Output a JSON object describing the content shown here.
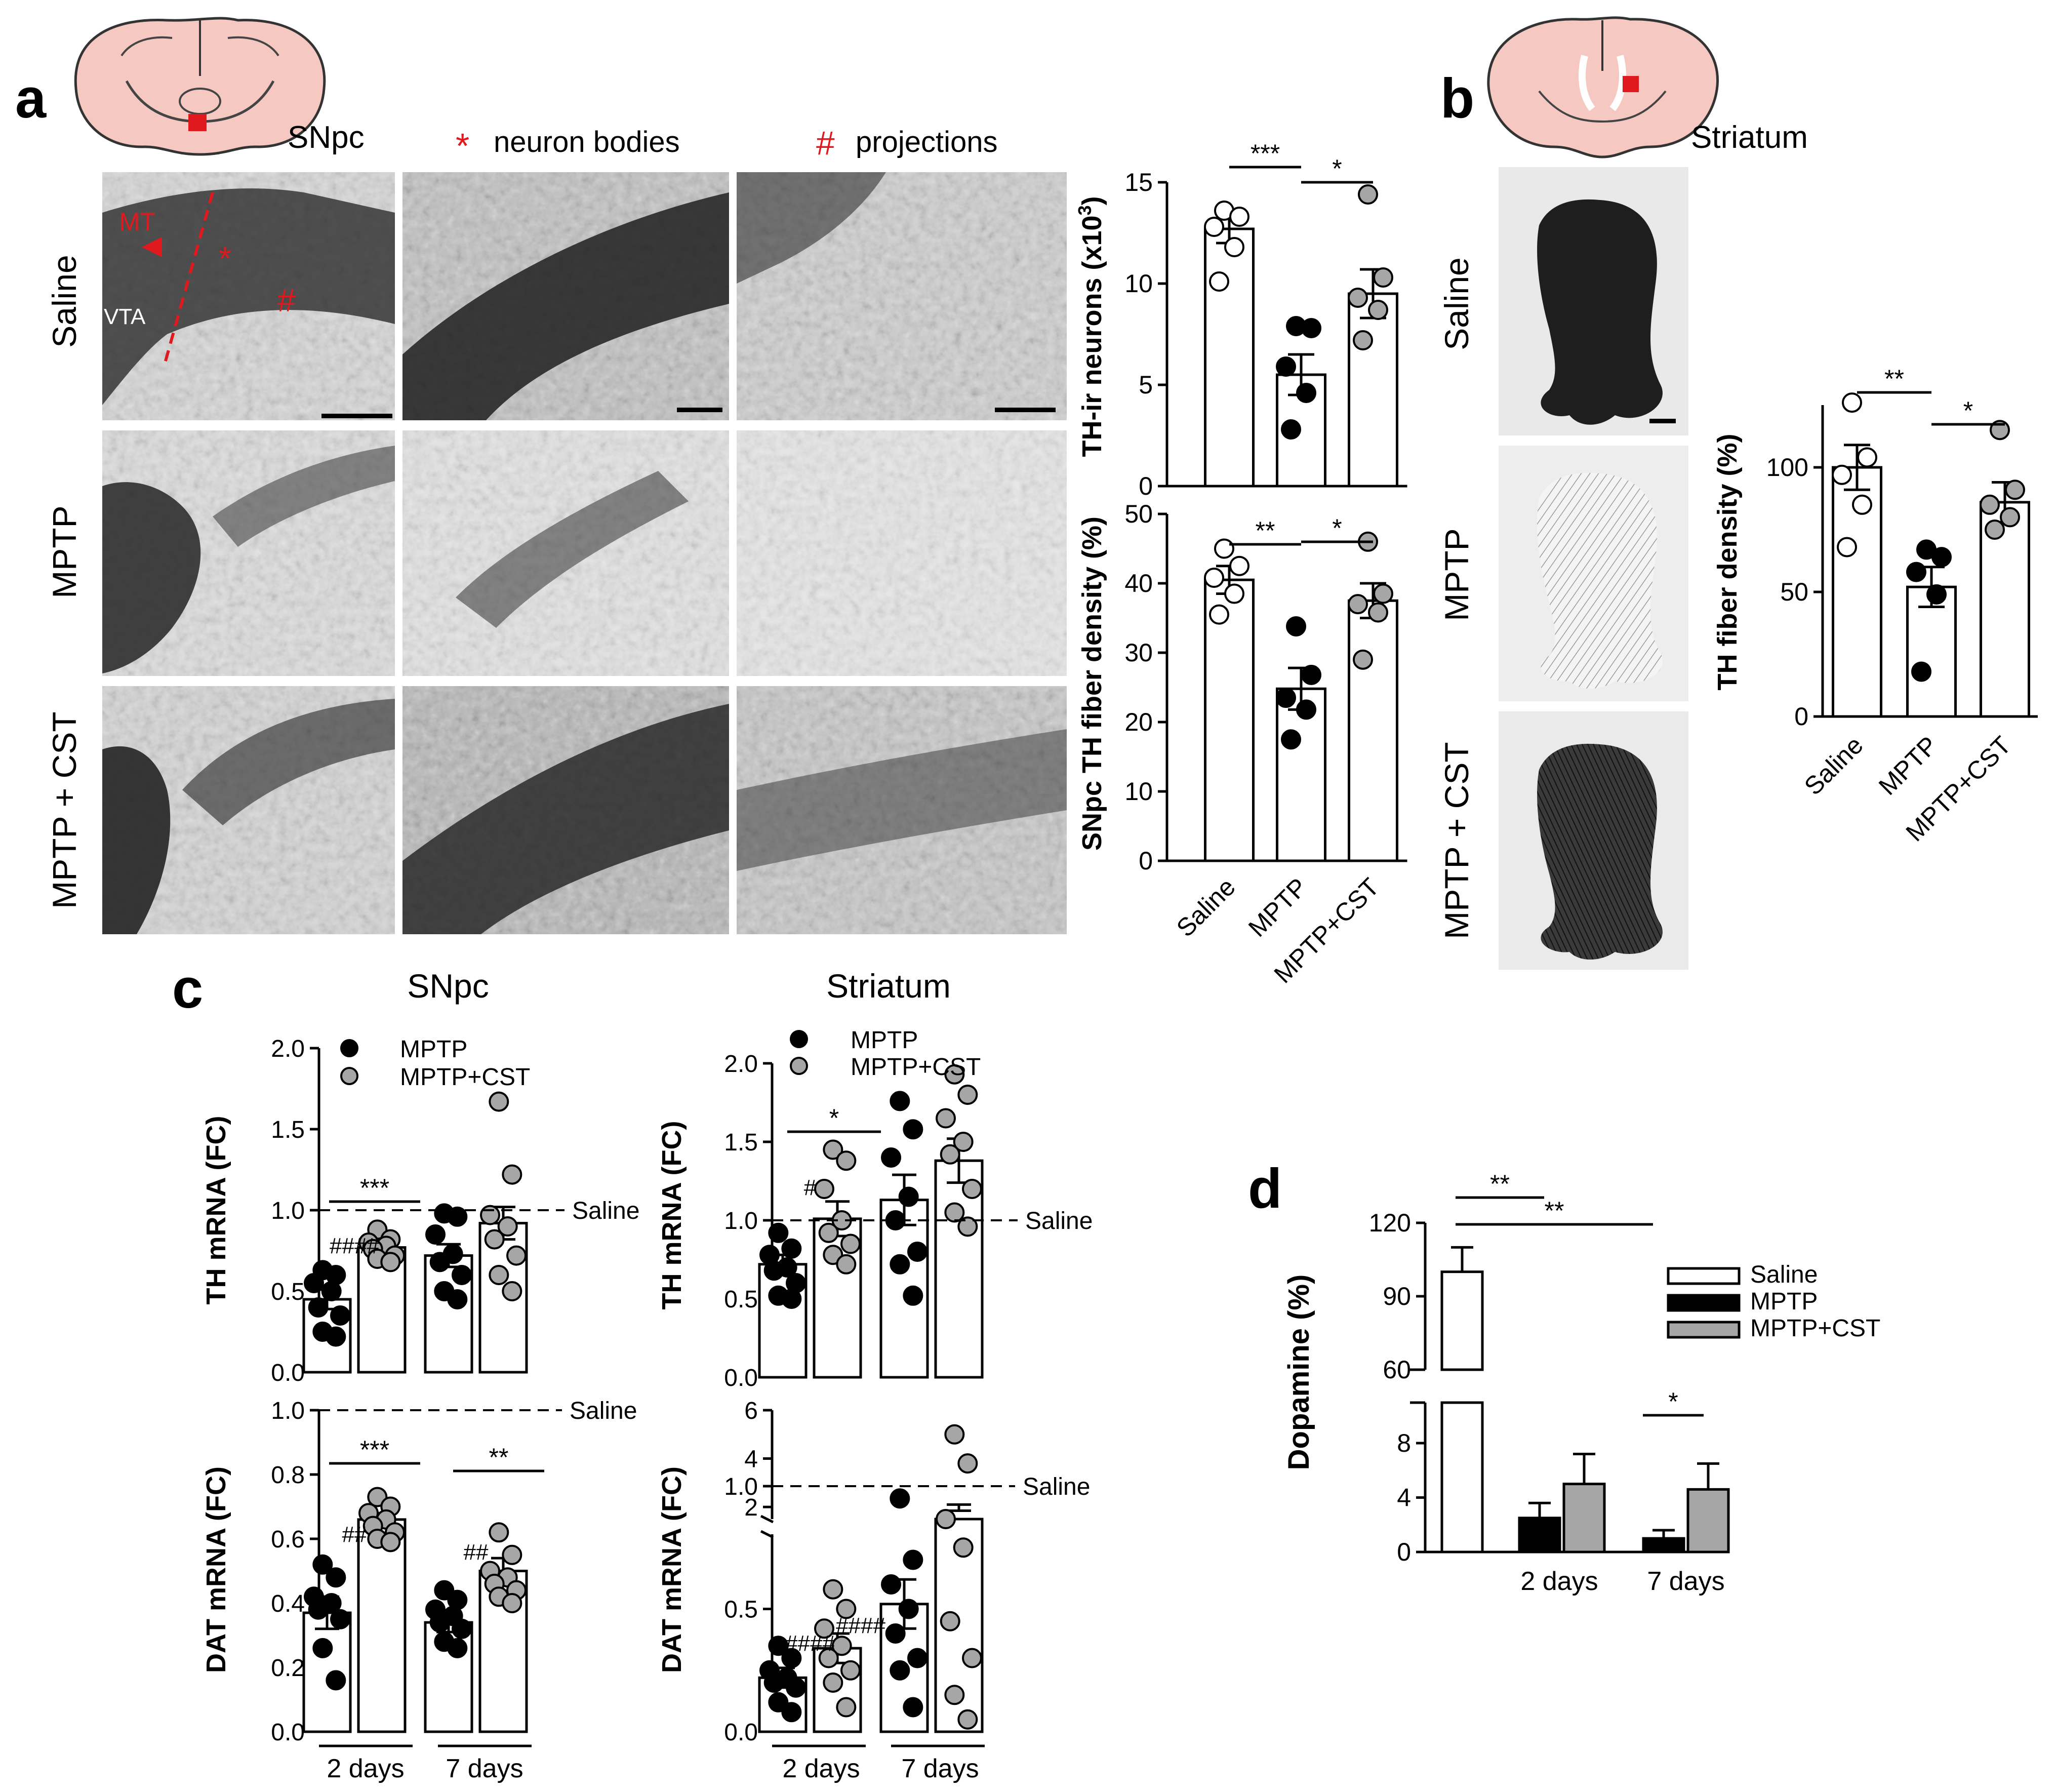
{
  "panel_letters": {
    "a": "a",
    "b": "b",
    "c": "c",
    "d": "d"
  },
  "colors": {
    "accent_red": "#e0191e",
    "brain_fill": "#f5c9c2",
    "open": "#ffffff",
    "filled": "#000000",
    "gray": "#a6a6a6",
    "micrograph_dark": "#303030"
  },
  "panel_a": {
    "region_title": "SNpc",
    "column_headers": [
      {
        "symbol": "*",
        "label": "neuron bodies"
      },
      {
        "symbol": "#",
        "label": "projections"
      }
    ],
    "row_labels": [
      "Saline",
      "MPTP",
      "MPTP + CST"
    ],
    "overlay": {
      "mt": "MT",
      "vta": "VTA",
      "star": "*",
      "hash": "#"
    }
  },
  "panel_b": {
    "region_title": "Striatum",
    "row_labels": [
      "Saline",
      "MPTP",
      "MPTP + CST"
    ]
  },
  "panel_c": {
    "titles": [
      "SNpc",
      "Striatum"
    ],
    "legend": [
      "MPTP",
      "MPTP+CST"
    ],
    "x_groups": [
      "2 days",
      "7 days"
    ],
    "saline_label": "Saline"
  },
  "chart_data": [
    {
      "id": "a-top",
      "type": "bar",
      "categories": [
        "Saline",
        "MPTP",
        "MPTP+CST"
      ],
      "values": [
        12.7,
        5.5,
        9.5
      ],
      "sem": [
        0.7,
        1.0,
        1.2
      ],
      "points": [
        [
          13.6,
          13.3,
          12.8,
          11.8,
          10.1
        ],
        [
          7.9,
          7.8,
          5.9,
          4.6,
          2.8
        ],
        [
          14.4,
          10.3,
          9.3,
          8.7,
          7.2
        ]
      ],
      "ylabel": "TH-ir neurons (x10",
      "ylabel_sup": "3",
      "ylabel_end": ")",
      "ylim": [
        0,
        15
      ],
      "yticks": [
        0,
        5,
        10,
        15
      ],
      "sig": [
        {
          "label": "***"
        },
        {
          "label": "*"
        }
      ]
    },
    {
      "id": "a-bottom",
      "type": "bar",
      "categories": [
        "Saline",
        "MPTP",
        "MPTP+CST"
      ],
      "values": [
        40.5,
        24.8,
        37.5
      ],
      "sem": [
        2.0,
        3.0,
        2.5
      ],
      "points": [
        [
          45.0,
          42.5,
          40.8,
          38.5,
          35.5
        ],
        [
          33.8,
          26.8,
          23.5,
          21.8,
          17.5
        ],
        [
          46.0,
          38.5,
          37.0,
          35.8,
          29.0
        ]
      ],
      "ylabel": "SNpc TH fiber density (%)",
      "ylim": [
        0,
        50
      ],
      "yticks": [
        0,
        10,
        20,
        30,
        40,
        50
      ],
      "sig": [
        {
          "label": "**"
        },
        {
          "label": "*"
        }
      ]
    },
    {
      "id": "b",
      "type": "bar",
      "categories": [
        "Saline",
        "MPTP",
        "MPTP+CST"
      ],
      "values": [
        100,
        52,
        86
      ],
      "sem": [
        9,
        8,
        8
      ],
      "points": [
        [
          126,
          104,
          97,
          85,
          68
        ],
        [
          67,
          64,
          58,
          49,
          18
        ],
        [
          115,
          91,
          85,
          80,
          75
        ]
      ],
      "ylabel": "TH fiber density (%)",
      "ylim": [
        0,
        125
      ],
      "yticks": [
        0,
        50,
        100
      ],
      "sig": [
        {
          "label": "**"
        },
        {
          "label": "*"
        }
      ]
    },
    {
      "id": "c-snpc-th",
      "type": "bar",
      "x": [
        "2 days",
        "7 days"
      ],
      "series": [
        {
          "name": "MPTP",
          "values": [
            0.45,
            0.72
          ],
          "sem": [
            0.06,
            0.07
          ],
          "points": [
            [
              0.63,
              0.6,
              0.55,
              0.5,
              0.4,
              0.35,
              0.25,
              0.22
            ],
            [
              0.98,
              0.96,
              0.85,
              0.73,
              0.68,
              0.6,
              0.5,
              0.45
            ]
          ]
        },
        {
          "name": "MPTP+CST",
          "values": [
            0.77,
            0.92
          ],
          "sem": [
            0.04,
            0.1
          ],
          "points": [
            [
              0.88,
              0.82,
              0.8,
              0.78,
              0.76,
              0.72,
              0.7,
              0.68
            ],
            [
              1.67,
              1.22,
              0.97,
              0.9,
              0.82,
              0.72,
              0.6,
              0.5
            ]
          ]
        }
      ],
      "ylabel": "TH mRNA (FC)",
      "ylim": [
        0,
        2.0
      ],
      "yticks": [
        0.0,
        0.5,
        1.0,
        1.5,
        2.0
      ],
      "saline_line": 1.0,
      "sig": [
        {
          "label": "***"
        }
      ],
      "annotations": [
        "####"
      ]
    },
    {
      "id": "c-snpc-dat",
      "type": "bar",
      "x": [
        "2 days",
        "7 days"
      ],
      "series": [
        {
          "name": "MPTP",
          "values": [
            0.37,
            0.34
          ],
          "sem": [
            0.05,
            0.03
          ],
          "points": [
            [
              0.52,
              0.48,
              0.42,
              0.4,
              0.38,
              0.35,
              0.26,
              0.16
            ],
            [
              0.44,
              0.41,
              0.38,
              0.36,
              0.34,
              0.32,
              0.28,
              0.26
            ]
          ]
        },
        {
          "name": "MPTP+CST",
          "values": [
            0.66,
            0.5
          ],
          "sem": [
            0.02,
            0.04
          ],
          "points": [
            [
              0.73,
              0.7,
              0.68,
              0.66,
              0.64,
              0.62,
              0.6,
              0.59
            ],
            [
              0.62,
              0.55,
              0.5,
              0.48,
              0.46,
              0.44,
              0.42,
              0.4
            ]
          ]
        }
      ],
      "ylabel": "DAT mRNA (FC)",
      "ylim": [
        0,
        1.0
      ],
      "yticks": [
        0.0,
        0.2,
        0.4,
        0.6,
        0.8,
        1.0
      ],
      "saline_line": 1.0,
      "sig": [
        {
          "label": "***"
        },
        {
          "label": "**"
        }
      ],
      "annotations": [
        "##",
        "##"
      ]
    },
    {
      "id": "c-str-th",
      "type": "bar",
      "x": [
        "2 days",
        "7 days"
      ],
      "series": [
        {
          "name": "MPTP",
          "values": [
            0.72,
            1.13
          ],
          "sem": [
            0.06,
            0.16
          ],
          "points": [
            [
              0.92,
              0.82,
              0.78,
              0.7,
              0.68,
              0.6,
              0.52,
              0.5
            ],
            [
              1.76,
              1.58,
              1.4,
              1.15,
              1.0,
              0.8,
              0.72,
              0.52
            ]
          ]
        },
        {
          "name": "MPTP+CST",
          "values": [
            1.01,
            1.38
          ],
          "sem": [
            0.11,
            0.14
          ],
          "points": [
            [
              1.45,
              1.38,
              1.2,
              1.0,
              0.92,
              0.85,
              0.78,
              0.72
            ],
            [
              1.93,
              1.8,
              1.65,
              1.5,
              1.42,
              1.2,
              1.05,
              0.96
            ]
          ]
        }
      ],
      "ylabel": "TH mRNA (FC)",
      "ylim": [
        0,
        2.0
      ],
      "yticks": [
        0.0,
        0.5,
        1.0,
        1.5,
        2.0
      ],
      "saline_line": 1.0,
      "sig": [
        {
          "label": "*"
        }
      ],
      "annotations": [
        "#"
      ]
    },
    {
      "id": "c-str-dat",
      "type": "bar",
      "x": [
        "2 days",
        "7 days"
      ],
      "series": [
        {
          "name": "MPTP",
          "values": [
            0.22,
            0.52
          ],
          "sem": [
            0.04,
            0.1
          ],
          "points": [
            [
              0.35,
              0.3,
              0.25,
              0.22,
              0.2,
              0.18,
              0.12,
              0.08
            ],
            [
              0.95,
              0.7,
              0.6,
              0.5,
              0.4,
              0.3,
              0.25,
              0.1
            ]
          ]
        },
        {
          "name": "MPTP+CST",
          "values": [
            0.34,
            1.5
          ],
          "sem": [
            0.06,
            0.6
          ],
          "points": [
            [
              0.58,
              0.5,
              0.42,
              0.35,
              0.3,
              0.25,
              0.2,
              0.1
            ],
            [
              5.0,
              3.8,
              1.5,
              0.75,
              0.45,
              0.3,
              0.15,
              0.05
            ]
          ]
        }
      ],
      "ylabel": "DAT mRNA (FC)",
      "ylim": [
        0,
        6
      ],
      "yticks": [
        0.0,
        0.5,
        1.0,
        2,
        4,
        6
      ],
      "ytick_labels": [
        "0.0",
        "0.5",
        "1.0",
        "2",
        "4",
        "6"
      ],
      "broken_axis": true,
      "saline_line": 1.0,
      "annotations": [
        "####",
        "####"
      ]
    },
    {
      "id": "d",
      "type": "bar",
      "x": [
        "",
        "2 days",
        "7 days"
      ],
      "series": [
        {
          "name": "Saline",
          "values": [
            100,
            null,
            null
          ],
          "sem": [
            10,
            null,
            null
          ]
        },
        {
          "name": "MPTP",
          "values": [
            null,
            2.5,
            1.0
          ],
          "sem": [
            null,
            1.1,
            0.6
          ]
        },
        {
          "name": "MPTP+CST",
          "values": [
            null,
            5.0,
            4.6
          ],
          "sem": [
            null,
            2.2,
            1.9
          ]
        }
      ],
      "ylabel": "Dopamine (%)",
      "broken_axis": true,
      "yticks_upper": [
        60,
        90,
        120
      ],
      "yticks_lower": [
        0,
        4,
        8
      ],
      "sig": [
        {
          "label": "**"
        },
        {
          "label": "**"
        },
        {
          "label": "*"
        }
      ]
    }
  ]
}
